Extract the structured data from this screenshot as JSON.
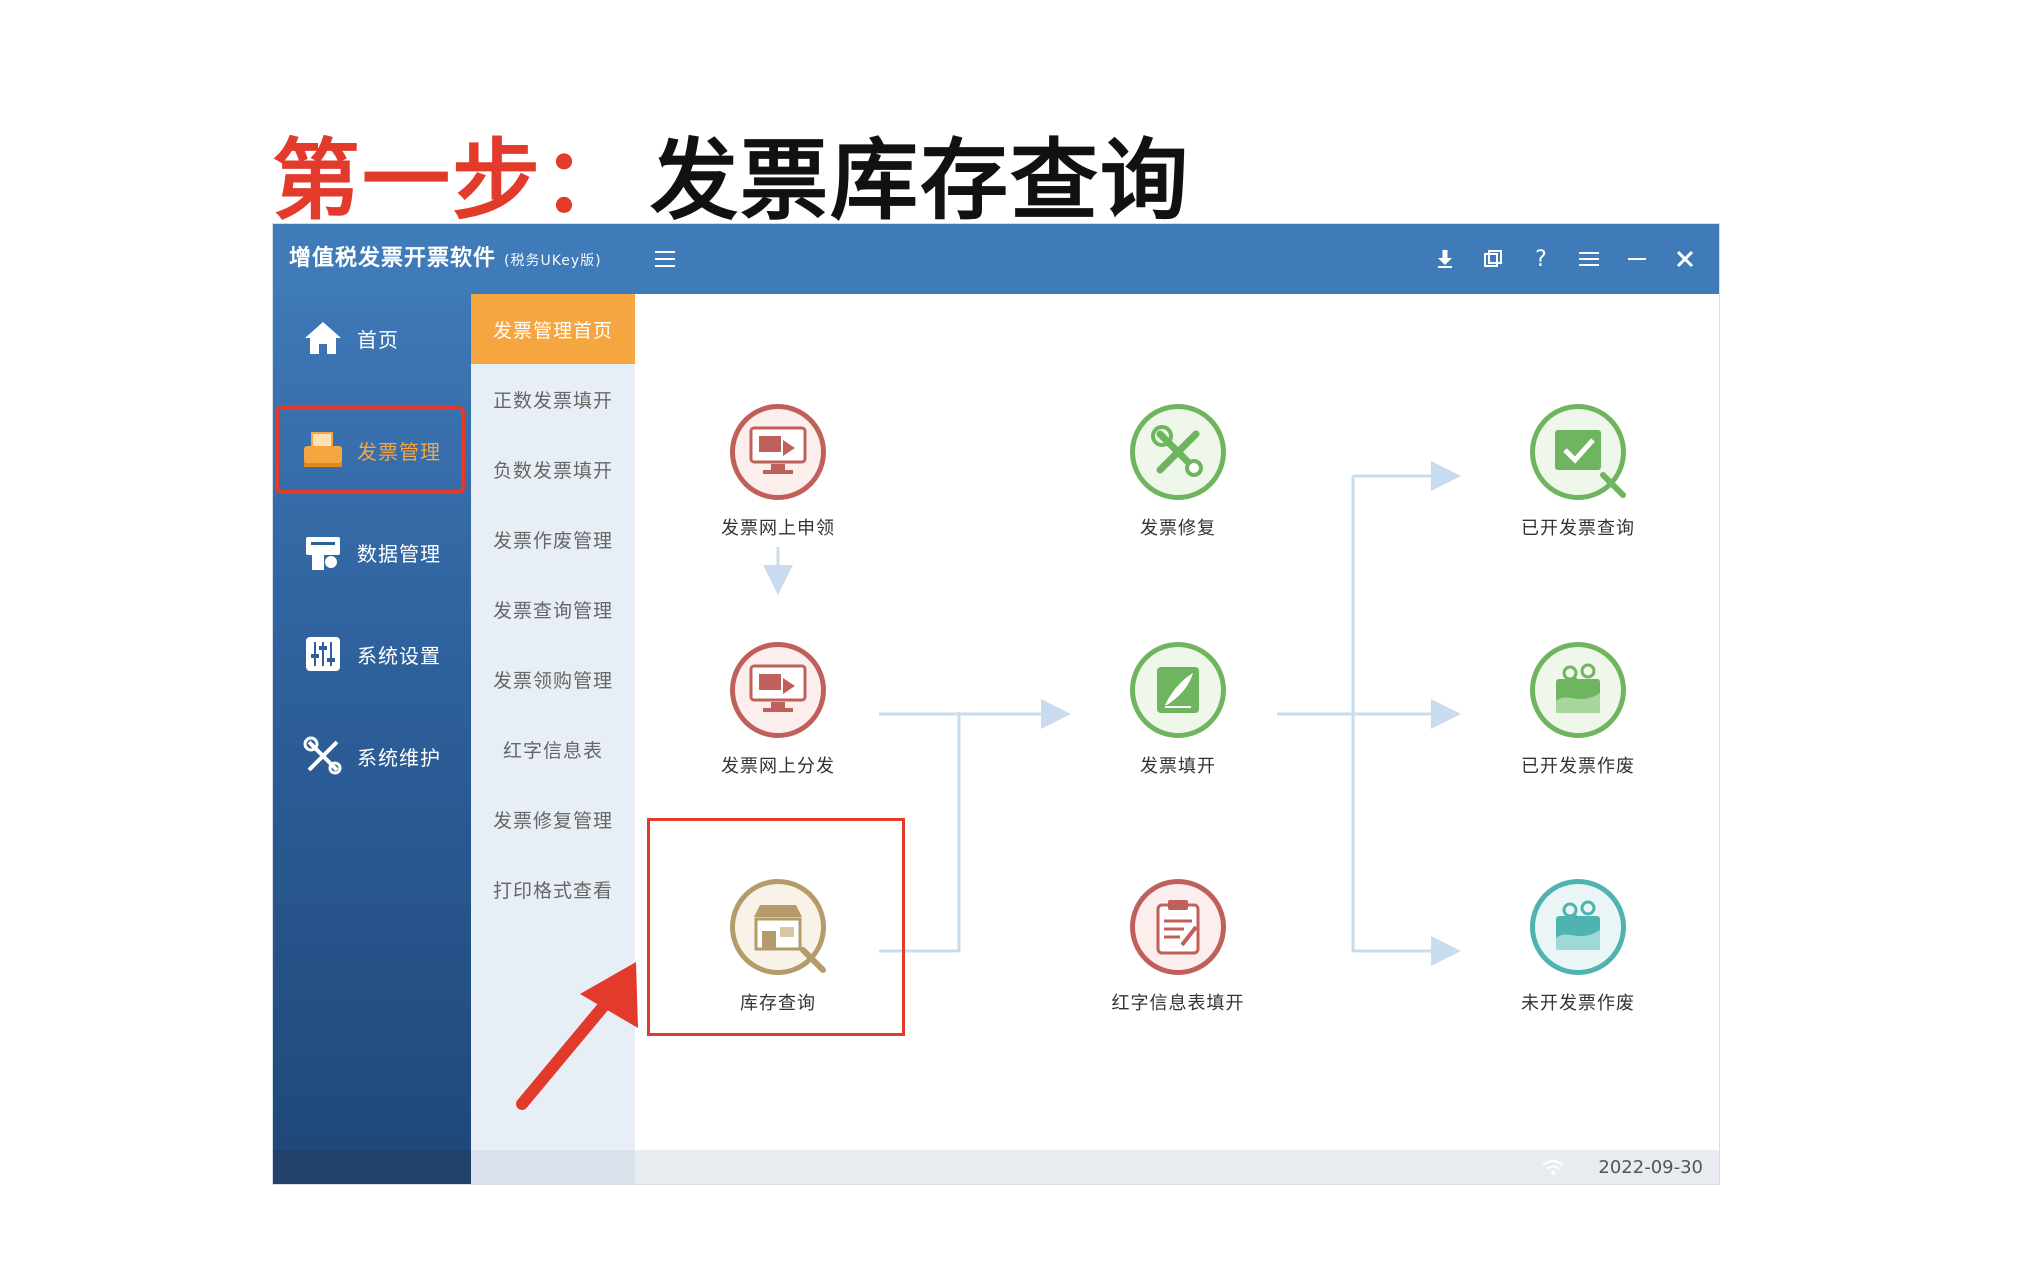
{
  "heading": {
    "step": "第一步：",
    "title": "发票库存查询"
  },
  "window": {
    "title": "增值税发票开票软件",
    "edition": "(税务UKey版)",
    "controls": [
      {
        "name": "download-icon"
      },
      {
        "name": "restore-icon"
      },
      {
        "name": "help-icon",
        "glyph": "?"
      },
      {
        "name": "menu-icon"
      },
      {
        "name": "minimize-icon"
      },
      {
        "name": "close-icon"
      }
    ]
  },
  "left_nav": [
    {
      "label": "首页",
      "icon": "home-icon"
    },
    {
      "label": "发票管理",
      "icon": "printer-icon",
      "active": true
    },
    {
      "label": "数据管理",
      "icon": "data-icon"
    },
    {
      "label": "系统设置",
      "icon": "settings-icon"
    },
    {
      "label": "系统维护",
      "icon": "tools-icon"
    }
  ],
  "sub_nav": [
    {
      "label": "发票管理首页",
      "active": true
    },
    {
      "label": "正数发票填开"
    },
    {
      "label": "负数发票填开"
    },
    {
      "label": "发票作废管理"
    },
    {
      "label": "发票查询管理"
    },
    {
      "label": "发票领购管理"
    },
    {
      "label": "红字信息表"
    },
    {
      "label": "发票修复管理"
    },
    {
      "label": "打印格式查看"
    }
  ],
  "functions": {
    "online_apply": "发票网上申领",
    "online_distribute": "发票网上分发",
    "inventory_query": "库存查询",
    "invoice_repair": "发票修复",
    "invoice_issue": "发票填开",
    "red_info_fill": "红字信息表填开",
    "issued_query": "已开发票查询",
    "issued_void": "已开发票作废",
    "unissued_void": "未开发票作废"
  },
  "status": {
    "date": "2022-09-30"
  },
  "colors": {
    "title_bar": "#3f7bb8",
    "accent_orange": "#f5a640",
    "highlight_red": "#e23b2c",
    "icon_red": "#c0605a",
    "icon_green": "#6fb45e",
    "icon_gold": "#b59a6a",
    "icon_teal": "#4fb3b0",
    "flow_line": "#c9dcef"
  }
}
